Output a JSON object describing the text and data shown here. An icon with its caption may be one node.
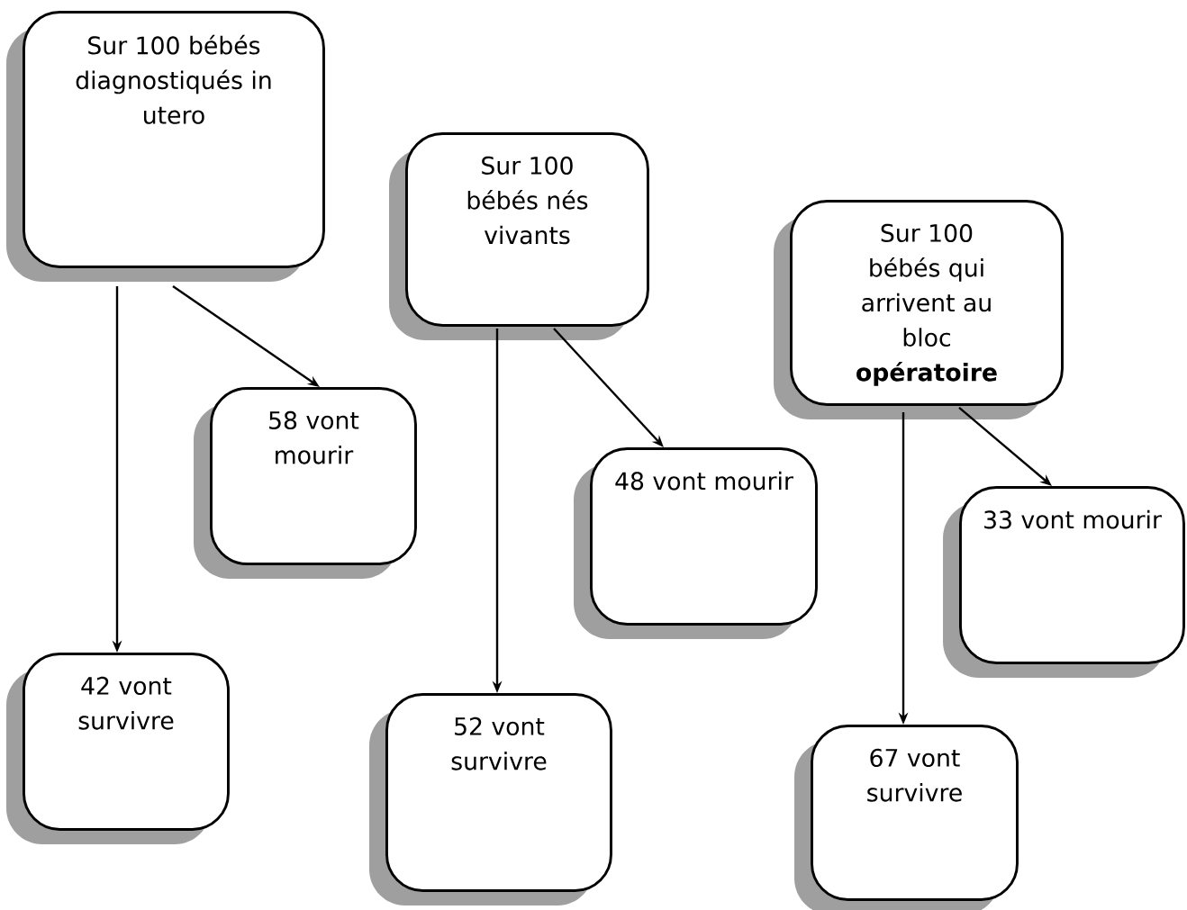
{
  "diagram": {
    "nodes": [
      {
        "text": [
          "Sur 100 bébés diagnostiqués in utero"
        ]
      },
      {
        "text": [
          "58 vont mourir"
        ]
      },
      {
        "text": [
          "42 vont survivre"
        ]
      },
      {
        "text": [
          "Sur 100 bébés nés vivants"
        ]
      },
      {
        "text": [
          "48 vont mourir"
        ]
      },
      {
        "text": [
          "52 vont survivre"
        ]
      },
      {
        "text": [
          "Sur 100 bébés qui arrivent au bloc **opératoire**"
        ]
      },
      {
        "text": [
          "33 vont mourir"
        ]
      },
      {
        "text": [
          "67 vont survivre"
        ]
      }
    ],
    "edges": [
      {
        "from": 0,
        "to": 2,
        "arrow": "to"
      },
      {
        "from": 0,
        "to": 1,
        "arrow": "to"
      },
      {
        "from": 3,
        "to": 5,
        "arrow": "to"
      },
      {
        "from": 3,
        "to": 4,
        "arrow": "to"
      },
      {
        "from": 6,
        "to": 8,
        "arrow": "to"
      },
      {
        "from": 6,
        "to": 7,
        "arrow": "to"
      }
    ]
  }
}
